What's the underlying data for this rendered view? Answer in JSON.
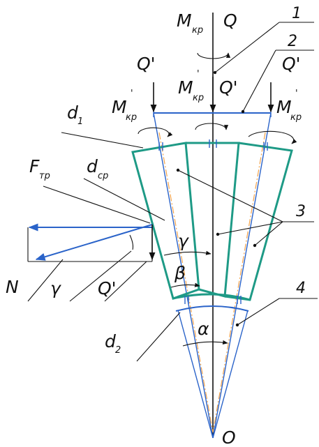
{
  "labels": {
    "m_kr": "M",
    "m_kr_sub": "кр",
    "m_kr_prime": "M",
    "m_kr_prime_mark": "'",
    "q": "Q",
    "q_prime": "Q'",
    "d1": "d",
    "d1_sub": "1",
    "d_cp": "d",
    "d_cp_sub": "ср",
    "d2": "d",
    "d2_sub": "2",
    "f_tp": "F",
    "f_tp_sub": "тр",
    "n": "N",
    "gamma": "γ",
    "beta": "β",
    "alpha": "α",
    "o": "O"
  },
  "callouts": {
    "n1": "1",
    "n2": "2",
    "n3": "3",
    "n4": "4"
  },
  "colors": {
    "line": "#111111",
    "force": "#2a63c9",
    "wedge": "#1e9a86",
    "axis": "#f2a24a"
  }
}
